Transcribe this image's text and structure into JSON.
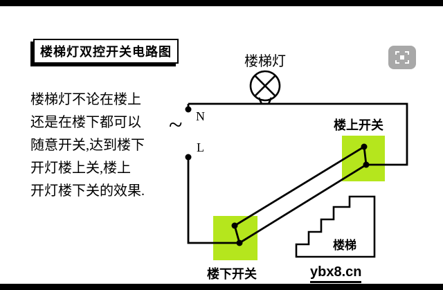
{
  "title_box": {
    "text": "楼梯灯双控开关电路图"
  },
  "description": {
    "lines": [
      "楼梯灯不论在楼上",
      "还是在楼下都可以",
      "随意开关,达到楼下",
      "开灯楼上关,楼上",
      "开灯楼下关的效果."
    ]
  },
  "labels": {
    "lamp": "楼梯灯",
    "neutral": "N",
    "ac_symbol": "~",
    "live": "L",
    "upper_switch": "楼上开关",
    "lower_switch": "楼下开关",
    "stairs": "楼梯"
  },
  "watermark": {
    "text": "ybx8.cn"
  },
  "colors": {
    "switch_box": "#b5e61d",
    "wire": "#000000",
    "background": "#ffffff",
    "letterbox_bar": "#000000"
  },
  "icons": {
    "zoom": "zoom-icon"
  }
}
